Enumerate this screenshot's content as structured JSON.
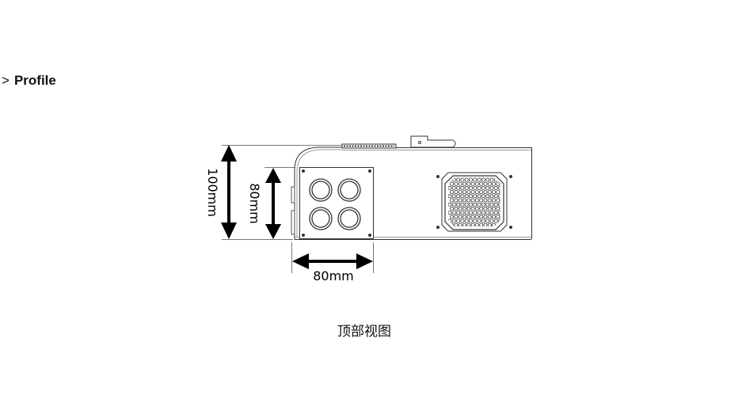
{
  "heading": {
    "prefix": ">",
    "title": "Profile"
  },
  "dimensions": {
    "height_total": "100mm",
    "height_panel": "80mm",
    "width_panel": "80mm"
  },
  "caption": "顶部视图"
}
